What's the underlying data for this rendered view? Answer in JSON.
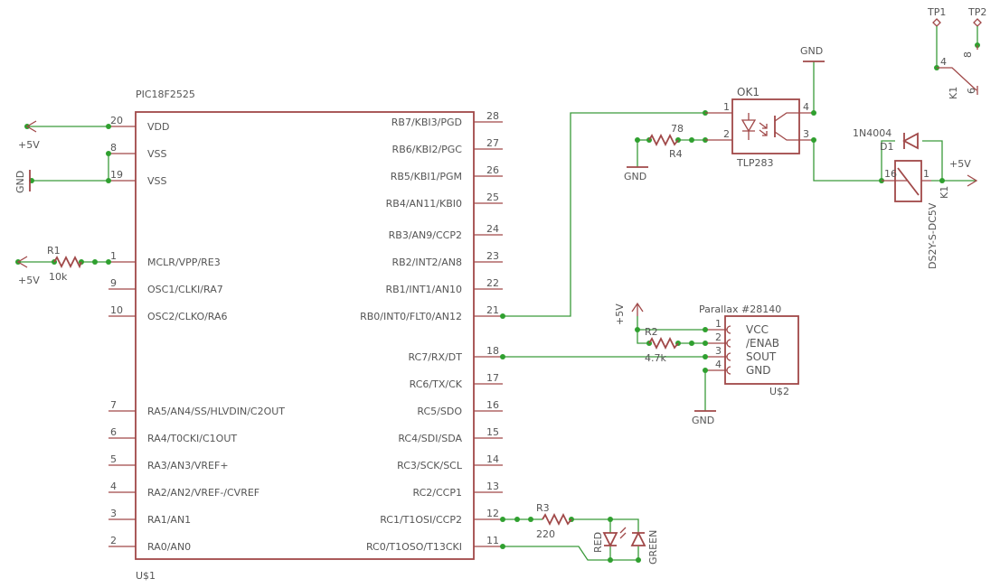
{
  "u1": {
    "part": "PIC18F2525",
    "name": "U$1",
    "left_pins": [
      {
        "num": "20",
        "label": "VDD"
      },
      {
        "num": "8",
        "label": "VSS"
      },
      {
        "num": "19",
        "label": "VSS"
      },
      {
        "num": "1",
        "label": "MCLR/VPP/RE3"
      },
      {
        "num": "9",
        "label": "OSC1/CLKI/RA7"
      },
      {
        "num": "10",
        "label": "OSC2/CLKO/RA6"
      },
      {
        "num": "7",
        "label": "RA5/AN4/SS/HLVDIN/C2OUT"
      },
      {
        "num": "6",
        "label": "RA4/T0CKI/C1OUT"
      },
      {
        "num": "5",
        "label": "RA3/AN3/VREF+"
      },
      {
        "num": "4",
        "label": "RA2/AN2/VREF-/CVREF"
      },
      {
        "num": "3",
        "label": "RA1/AN1"
      },
      {
        "num": "2",
        "label": "RA0/AN0"
      }
    ],
    "right_pins": [
      {
        "num": "28",
        "label": "RB7/KBI3/PGD"
      },
      {
        "num": "27",
        "label": "RB6/KBI2/PGC"
      },
      {
        "num": "26",
        "label": "RB5/KBI1/PGM"
      },
      {
        "num": "25",
        "label": "RB4/AN11/KBI0"
      },
      {
        "num": "24",
        "label": "RB3/AN9/CCP2"
      },
      {
        "num": "23",
        "label": "RB2/INT2/AN8"
      },
      {
        "num": "22",
        "label": "RB1/INT1/AN10"
      },
      {
        "num": "21",
        "label": "RB0/INT0/FLT0/AN12"
      },
      {
        "num": "18",
        "label": "RC7/RX/DT"
      },
      {
        "num": "17",
        "label": "RC6/TX/CK"
      },
      {
        "num": "16",
        "label": "RC5/SDO"
      },
      {
        "num": "15",
        "label": "RC4/SDI/SDA"
      },
      {
        "num": "14",
        "label": "RC3/SCK/SCL"
      },
      {
        "num": "13",
        "label": "RC2/CCP1"
      },
      {
        "num": "12",
        "label": "RC1/T1OSI/CCP2"
      },
      {
        "num": "11",
        "label": "RC0/T1OSO/T13CKI"
      }
    ]
  },
  "power": {
    "vcc": "+5V",
    "gnd": "GND"
  },
  "r1": {
    "name": "R1",
    "value": "10k"
  },
  "r2": {
    "name": "R2",
    "value": "4.7k"
  },
  "r3": {
    "name": "R3",
    "value": "220"
  },
  "r4": {
    "name": "R4",
    "value": "78"
  },
  "ok1": {
    "name": "OK1",
    "part": "TLP283",
    "pins": [
      "1",
      "2",
      "3",
      "4"
    ]
  },
  "d1": {
    "name": "D1",
    "part": "1N4004"
  },
  "k1": {
    "name": "K1",
    "part": "DS2Y-S-DC5V",
    "coil_pins": [
      "16",
      "1"
    ],
    "contact_pins": [
      "4",
      "8",
      "6"
    ]
  },
  "tp1": "TP1",
  "tp2": "TP2",
  "u2": {
    "title": "Parallax #28140",
    "name": "U$2",
    "pins": [
      {
        "num": "1",
        "label": "VCC"
      },
      {
        "num": "2",
        "label": "/ENAB"
      },
      {
        "num": "3",
        "label": "SOUT"
      },
      {
        "num": "4",
        "label": "GND"
      }
    ]
  },
  "leds": {
    "red": "RED",
    "green": "GREEN"
  }
}
